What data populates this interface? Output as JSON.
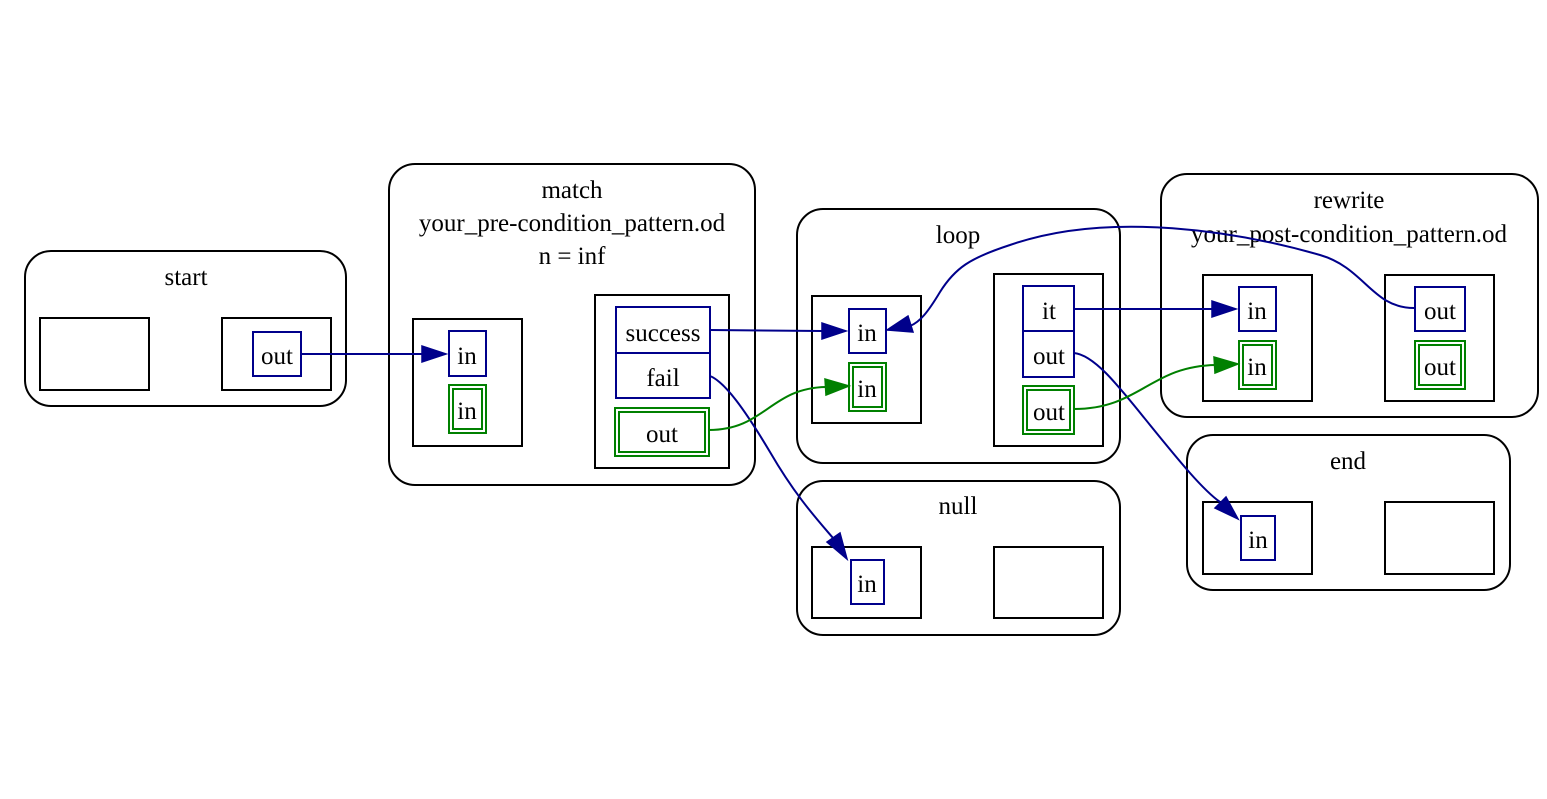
{
  "nodes": {
    "start": {
      "title": "start",
      "ports": {
        "out": "out"
      }
    },
    "match": {
      "title": "match",
      "file": "your_pre-condition_pattern.od",
      "param": "n = inf",
      "ports": {
        "in": "in",
        "in_data": "in",
        "success": "success",
        "fail": "fail",
        "out_data": "out"
      }
    },
    "loop": {
      "title": "loop",
      "ports": {
        "in": "in",
        "in_data": "in",
        "it": "it",
        "out": "out",
        "out_data": "out"
      }
    },
    "rewrite": {
      "title": "rewrite",
      "file": "your_post-condition_pattern.od",
      "ports": {
        "in": "in",
        "in_data": "in",
        "out": "out",
        "out_data": "out"
      }
    },
    "null": {
      "title": "null",
      "ports": {
        "in": "in"
      }
    },
    "end": {
      "title": "end",
      "ports": {
        "in": "in"
      }
    }
  },
  "colors": {
    "control": "#00008b",
    "data": "#008000",
    "frame": "#000000"
  }
}
